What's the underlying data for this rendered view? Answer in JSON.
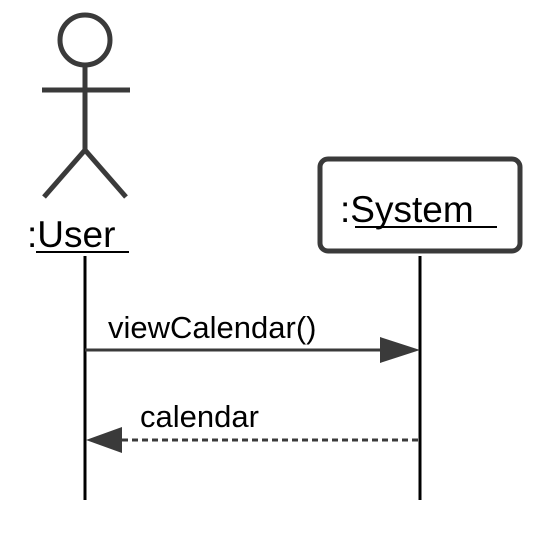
{
  "diagram": {
    "type": "sequence",
    "participants": [
      {
        "id": "user",
        "kind": "actor",
        "label_prefix": ":",
        "label_name": "User"
      },
      {
        "id": "system",
        "kind": "object",
        "label_prefix": ":",
        "label_name": "System"
      }
    ],
    "messages": [
      {
        "from": "user",
        "to": "system",
        "style": "synchronous",
        "label": "viewCalendar()"
      },
      {
        "from": "system",
        "to": "user",
        "style": "return",
        "label": "calendar"
      }
    ]
  }
}
